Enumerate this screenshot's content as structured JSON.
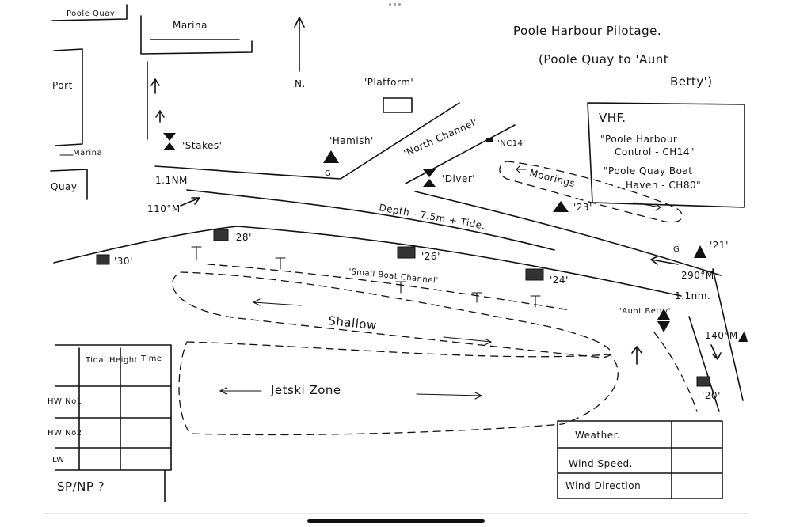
{
  "title": {
    "line1": "Poole Harbour Pilotage.",
    "line2": "(Poole Quay to 'Aunt",
    "line3": "Betty')"
  },
  "vhf": {
    "heading": "VHF.",
    "line1": "\"Poole Harbour",
    "line2": "Control - CH14\"",
    "line3": "\"Poole Quay Boat",
    "line4": "Haven - CH80\""
  },
  "labels": {
    "poole_quay": "Poole Quay",
    "marina_top": "Marina",
    "port": "Port",
    "marina_small": "Marina",
    "quay": "Quay",
    "north": "N.",
    "platform": "'Platform'",
    "stakes": "'Stakes'",
    "hamish": "'Hamish'",
    "north_channel": "'North Channel'",
    "nc14": "'NC14'",
    "diver": "'Diver'",
    "moorings": "Moorings",
    "dist_1": "1.1NM",
    "bearing_1": "110°M",
    "depth": "Depth - 7.5m + Tide.",
    "m23": "'23'",
    "m21": "'21'",
    "m28": "'28'",
    "m30": "'30'",
    "m26": "'26'",
    "m24": "'24'",
    "small_boat_channel": "'Small Boat Channel'",
    "bearing_2": "290°M",
    "dist_2": "1.1nm.",
    "shallow": "Shallow",
    "aunt_betty": "'Aunt Betty'",
    "bearing_3": "140°M",
    "m20": "'20'",
    "jetski_zone": "Jetski Zone",
    "g1": "G",
    "g2": "G"
  },
  "tidal_table": {
    "col1": "Tidal Height",
    "col2": "Time",
    "rows": [
      "HW No1",
      "HW No2",
      "LW"
    ],
    "footer": "SP/NP ?"
  },
  "weather_table": {
    "rows": [
      "Weather.",
      "Wind Speed.",
      "Wind Direction"
    ]
  },
  "colors": {
    "ink": "#111111",
    "paper": "#ffffff"
  }
}
